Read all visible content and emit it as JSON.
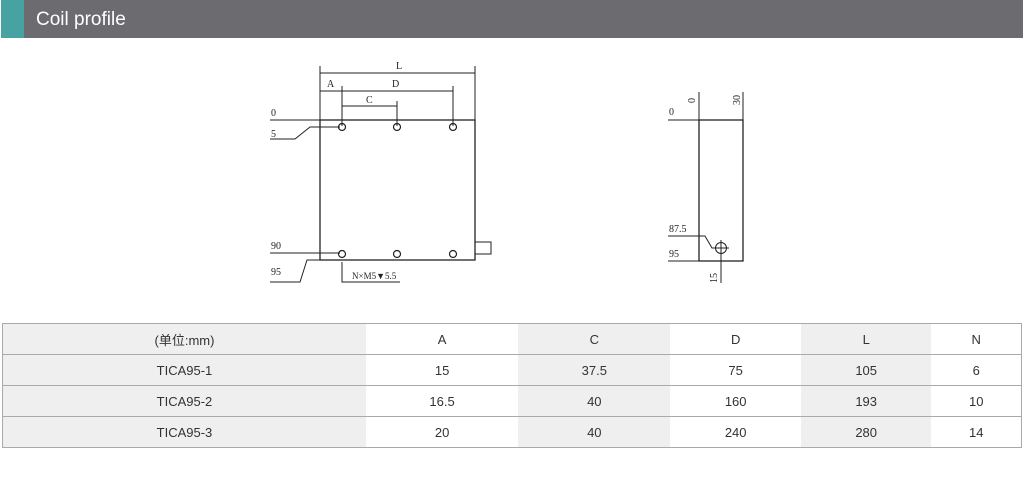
{
  "header": {
    "title": "Coil profile"
  },
  "drawing": {
    "front": {
      "L": "L",
      "A": "A",
      "D": "D",
      "C": "C",
      "y0": "0",
      "y5": "5",
      "y90": "90",
      "y95": "95",
      "hole_note": "N×M5▼5.5"
    },
    "side": {
      "x0": "0",
      "x30": "30",
      "y0": "0",
      "y87_5": "87.5",
      "y95": "95",
      "x15": "15"
    }
  },
  "table": {
    "headers": [
      "(单位:mm)",
      "A",
      "C",
      "D",
      "L",
      "N"
    ],
    "rows": [
      [
        "TICA95-1",
        "15",
        "37.5",
        "75",
        "105",
        "6"
      ],
      [
        "TICA95-2",
        "16.5",
        "40",
        "160",
        "193",
        "10"
      ],
      [
        "TICA95-3",
        "20",
        "40",
        "240",
        "280",
        "14"
      ]
    ]
  }
}
